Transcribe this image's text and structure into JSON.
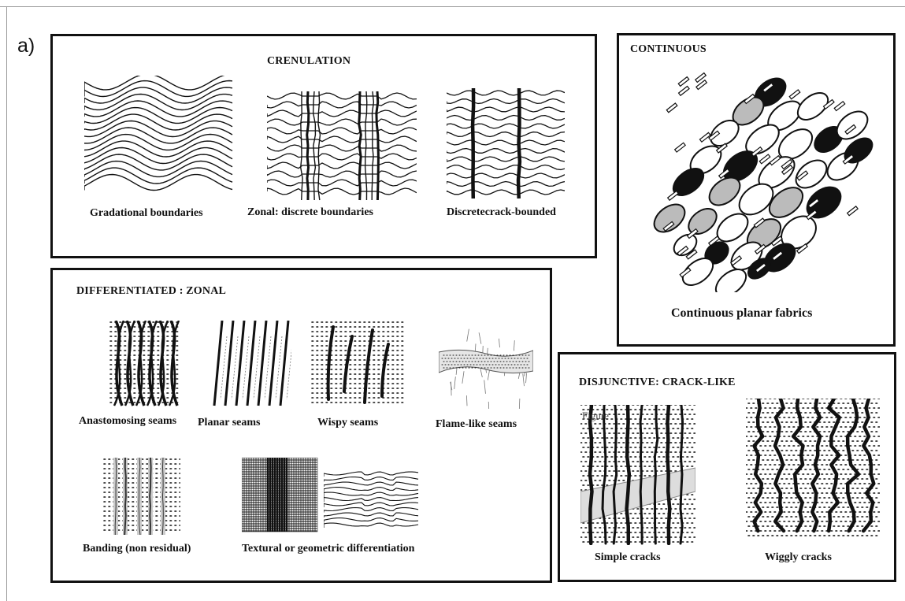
{
  "figure": {
    "part_label": "a)",
    "crenulation": {
      "title": "CRENULATION",
      "captions": [
        "Gradational boundaries",
        "Zonal: discrete boundaries",
        "Discretecrack-bounded"
      ]
    },
    "continuous": {
      "title": "CONTINUOUS",
      "caption": "Continuous planar fabrics"
    },
    "differentiated": {
      "title": "DIFFERENTIATED : ZONAL",
      "captions": [
        "Anastomosing seams",
        "Planar seams",
        "Wispy seams",
        "Flame-like seams",
        "Banding (non residual)",
        "Textural or geometric differentiation"
      ]
    },
    "disjunctive": {
      "title": "DISJUNCTIVE: CRACK-LIKE",
      "captions": [
        "Simple cracks",
        "Wiggly cracks"
      ],
      "overlap_text": "Figure"
    }
  },
  "colors": {
    "ink": "#111111",
    "grain_gray": "#b8b8b8",
    "frame": "#9a9a9a"
  }
}
